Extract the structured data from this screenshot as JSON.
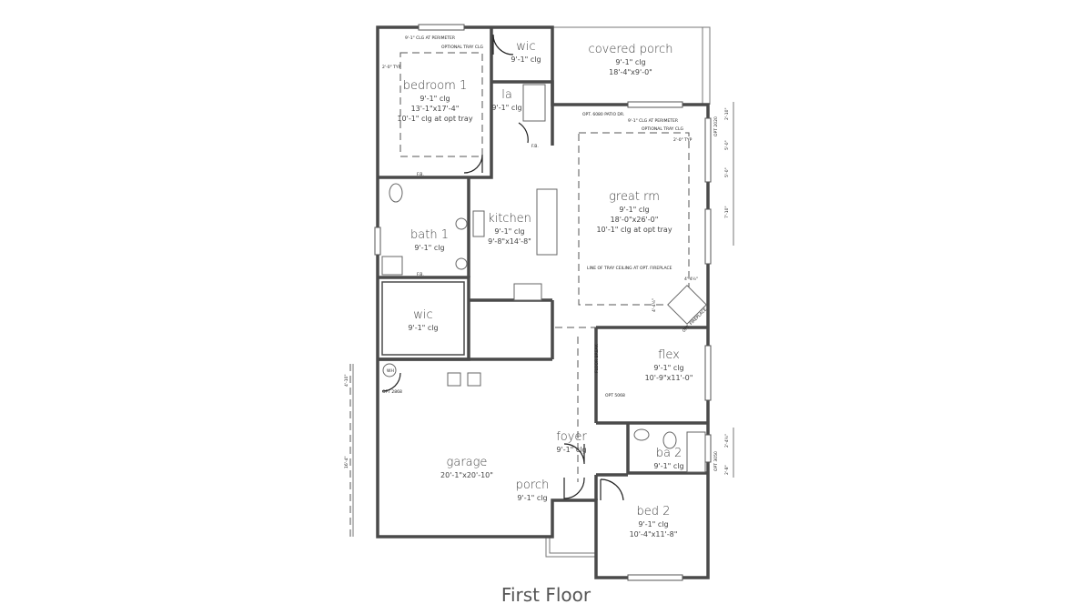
{
  "title": "First Floor",
  "rooms": {
    "bedroom1": {
      "name": "bedroom 1",
      "clg": "9'-1\" clg",
      "size": "13'-1\"x17'-4\"",
      "tray": "10'-1\" clg at opt tray"
    },
    "wic1": {
      "name": "wic",
      "clg": "9'-1\" clg"
    },
    "la": {
      "name": "la",
      "clg": "9'-1\" clg"
    },
    "covered_porch": {
      "name": "covered porch",
      "clg": "9'-1\" clg",
      "size": "18'-4\"x9'-0\""
    },
    "great_rm": {
      "name": "great rm",
      "clg": "9'-1\" clg",
      "size": "18'-0\"x26'-0\"",
      "tray": "10'-1\" clg at opt tray"
    },
    "kitchen": {
      "name": "kitchen",
      "clg": "9'-1\" clg",
      "size": "9'-8\"x14'-8\""
    },
    "bath1": {
      "name": "bath 1",
      "clg": "9'-1\" clg"
    },
    "wic2": {
      "name": "wic",
      "clg": "9'-1\" clg"
    },
    "flex": {
      "name": "flex",
      "clg": "9'-1\" clg",
      "size": "10'-9\"x11'-0\""
    },
    "foyer": {
      "name": "foyer",
      "clg": "9'-1\" clg"
    },
    "ba2": {
      "name": "ba 2",
      "clg": "9'-1\" clg"
    },
    "garage": {
      "name": "garage",
      "size": "20'-1\"x20'-10\""
    },
    "porch": {
      "name": "porch",
      "clg": "9'-1\" clg"
    },
    "bed2": {
      "name": "bed 2",
      "clg": "9'-1\" clg",
      "size": "10'-4\"x11'-8\""
    }
  },
  "notes": {
    "tray_perimeter": "9'-1\" CLG AT PERIMETER",
    "optional_tray": "OPTIONAL TRAY CLG",
    "typ_2_0": "2'-0\" TYP",
    "patio_door": "OPT. 6080 PATIO DR.",
    "line_of_tray": "LINE OF TRAY CEILING AT OPT. FIREPLACE",
    "opt_fireplace": "OPT. FIREPLACE",
    "fireplace_dim1": "4'-4½\"",
    "fireplace_dim2": "4'-4½\"",
    "floor_break": "FLOOR BREAK",
    "opt_5068": "OPT 5068",
    "opt_2868": "OPT 2868",
    "wh": "WH",
    "fb": "F.B.",
    "win_2020": "OPT 2020",
    "win_3050": "OPT 3050",
    "dim_2_10": "2'-10\"",
    "dim_5_0a": "5'-0\"",
    "dim_5_0b": "5'-0\"",
    "dim_7_10": "7'-10\"",
    "dim_2_4_5": "2'-4½\"",
    "dim_2_8": "2'-8\"",
    "dim_4_10": "4'-10\"",
    "dim_16_4": "16'-4\""
  }
}
